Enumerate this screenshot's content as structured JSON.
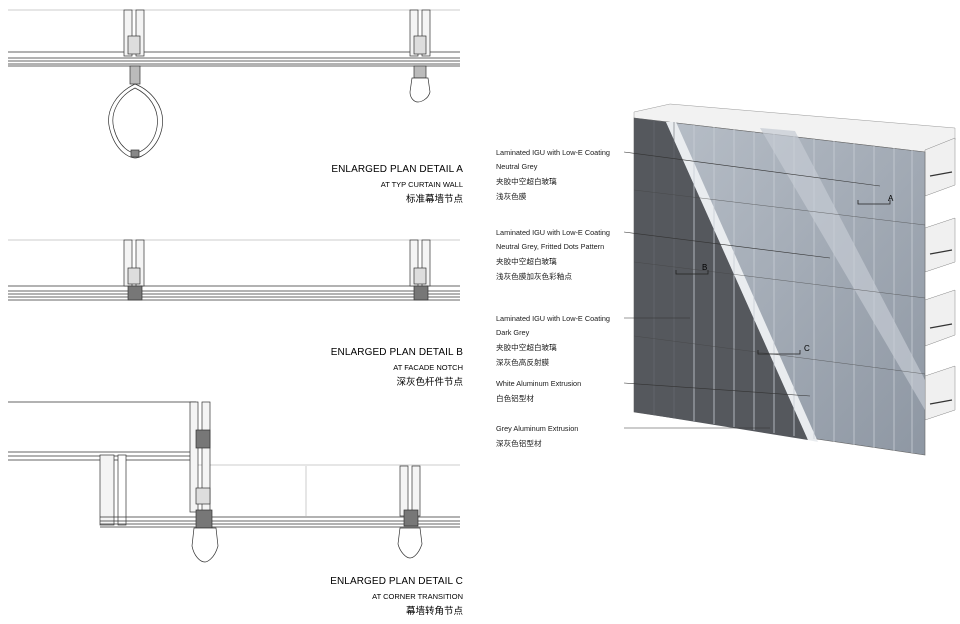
{
  "details": [
    {
      "title": "ENLARGED PLAN DETAIL  A",
      "subtitle": "AT TYP CURTAIN WALL",
      "title_cn": "标准幕墙节点"
    },
    {
      "title": "ENLARGED PLAN DETAIL  B",
      "subtitle": "AT FACADE NOTCH",
      "title_cn": "深灰色杆件节点"
    },
    {
      "title": "ENLARGED PLAN DETAIL  C",
      "subtitle": "AT CORNER TRANSITION",
      "title_cn": "幕墙转角节点"
    }
  ],
  "legend": [
    {
      "lines": [
        "Laminated IGU with Low-E Coating",
        "Neutral Grey",
        "夹胶中空超白玻璃",
        "浅灰色膜"
      ]
    },
    {
      "lines": [
        "Laminated IGU with Low-E Coating",
        "Neutral Grey, Fritted Dots Pattern",
        "夹胶中空超白玻璃",
        "浅灰色膜加灰色彩釉点"
      ]
    },
    {
      "lines": [
        "Laminated IGU with Low-E Coating",
        "Dark Grey",
        "夹胶中空超白玻璃",
        "深灰色高反射膜"
      ]
    },
    {
      "lines": [
        "White Aluminum Extrusion",
        "白色铝型材"
      ]
    },
    {
      "lines": [
        "Grey Aluminum Extrusion",
        "深灰色铝型材"
      ]
    }
  ],
  "section_marks": [
    "A",
    "B",
    "C"
  ],
  "colors": {
    "dark_glass": "#55585d",
    "light_glass": "#9ea6b1",
    "white_alu": "#f2f2f2",
    "line": "#333333"
  }
}
